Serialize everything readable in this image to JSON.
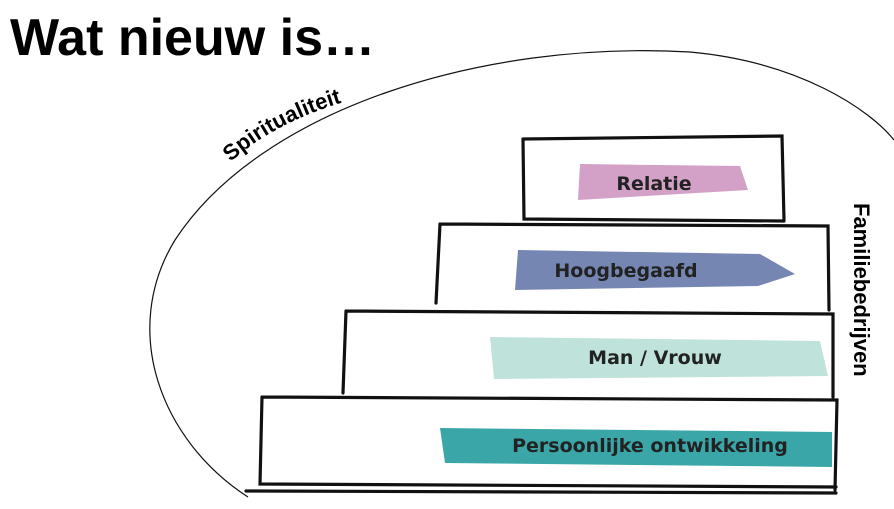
{
  "title": "Wat nieuw is…",
  "arc_label": "Spiritualiteit",
  "side_label": "Familiebedrijven",
  "steps": [
    {
      "label": "Relatie",
      "color": "#d3a0c8"
    },
    {
      "label": "Hoogbegaafd",
      "color": "#7686b3"
    },
    {
      "label": "Man / Vrouw",
      "color": "#bfe3da"
    },
    {
      "label": "Persoonlijke ontwikkeling",
      "color": "#3aa6a8"
    }
  ]
}
